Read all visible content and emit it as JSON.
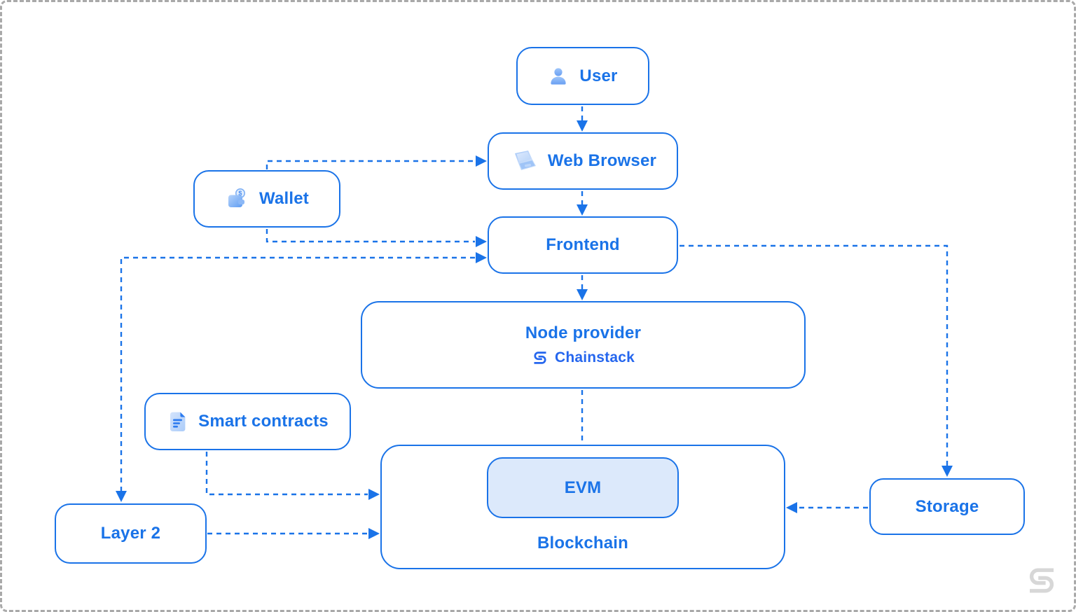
{
  "diagram": {
    "nodes": {
      "user": {
        "label": "User",
        "icon": "user-icon"
      },
      "web_browser": {
        "label": "Web Browser",
        "icon": "laptop-icon"
      },
      "wallet": {
        "label": "Wallet",
        "icon": "wallet-icon"
      },
      "frontend": {
        "label": "Frontend"
      },
      "node_provider": {
        "label": "Node provider",
        "provider_name": "Chainstack"
      },
      "smart_contracts": {
        "label": "Smart contracts",
        "icon": "document-icon"
      },
      "layer_2": {
        "label": "Layer 2"
      },
      "blockchain": {
        "label": "Blockchain"
      },
      "evm": {
        "label": "EVM"
      },
      "storage": {
        "label": "Storage"
      }
    },
    "edges": [
      {
        "from": "user",
        "to": "web_browser"
      },
      {
        "from": "wallet",
        "to": "web_browser"
      },
      {
        "from": "web_browser",
        "to": "frontend"
      },
      {
        "from": "wallet",
        "to": "frontend"
      },
      {
        "from": "frontend",
        "to": "layer_2"
      },
      {
        "from": "frontend",
        "to": "node_provider"
      },
      {
        "from": "node_provider",
        "to": "blockchain"
      },
      {
        "from": "frontend",
        "to": "storage"
      },
      {
        "from": "smart_contracts",
        "to": "blockchain"
      },
      {
        "from": "layer_2",
        "to": "blockchain"
      },
      {
        "from": "storage",
        "to": "blockchain"
      }
    ],
    "colors": {
      "accent": "#1a73e8",
      "evm_fill": "#dce9fb",
      "watermark_gray": "#d7d7d7",
      "frame_gray": "#a9a9a9"
    }
  }
}
